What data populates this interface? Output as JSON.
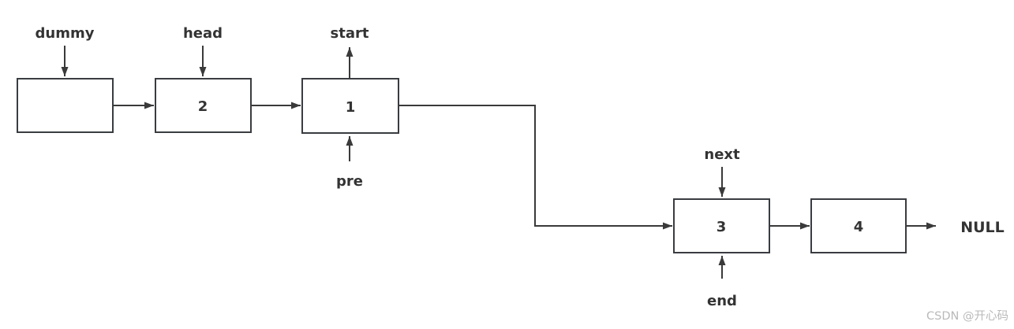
{
  "diagram": {
    "type": "linked-list",
    "pointers": {
      "dummy": "dummy",
      "head": "head",
      "start": "start",
      "pre": "pre",
      "next": "next",
      "end": "end"
    },
    "nodes": [
      {
        "value": ""
      },
      {
        "value": "2"
      },
      {
        "value": "1"
      },
      {
        "value": "3"
      },
      {
        "value": "4"
      }
    ],
    "terminator_label": "NULL"
  },
  "watermark": {
    "text": "CSDN @开心码"
  },
  "colors": {
    "line": "#3a3a3a",
    "box_border": "#393c40",
    "text": "#333333",
    "watermark": "#b9b9b9",
    "background": "#ffffff"
  }
}
